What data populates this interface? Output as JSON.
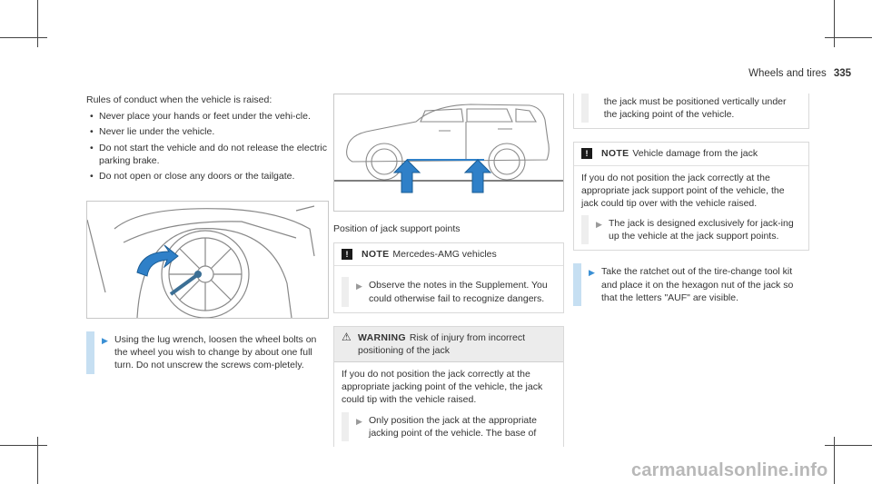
{
  "header": {
    "section": "Wheels and tires",
    "page": "335"
  },
  "col1": {
    "intro": "Rules of conduct when the vehicle is raised:",
    "bullets": [
      "Never place your hands or feet under the vehi-cle.",
      "Never lie under the vehicle.",
      "Do not start the vehicle and do not release the electric parking brake.",
      "Do not open or close any doors or the tailgate."
    ],
    "step": "Using the lug wrench, loosen the wheel bolts on the wheel you wish to change by about one full turn. Do not unscrew the screws com-pletely."
  },
  "col2": {
    "caption": "Position of jack support points",
    "note": {
      "keyword": "NOTE",
      "title": "Mercedes-AMG vehicles",
      "instruction": "Observe the notes in the Supplement. You could otherwise fail to recognize dangers."
    },
    "warning": {
      "keyword": "WARNING",
      "title": "Risk of injury from incorrect positioning of the jack",
      "body": "If you do not position the jack correctly at the appropriate jacking point of the vehicle, the jack could tip with the vehicle raised.",
      "instruction": "Only position the jack at the appropriate jacking point of the vehicle. The base of"
    }
  },
  "col3": {
    "warning_cont": "the jack must be positioned vertically under the jacking point of the vehicle.",
    "note": {
      "keyword": "NOTE",
      "title": "Vehicle damage from the jack",
      "body": "If you do not position the jack correctly at the appropriate jack support point of the vehicle, the jack could tip over with the vehicle raised.",
      "instruction": "The jack is designed exclusively for jack-ing up the vehicle at the jack support points."
    },
    "step": "Take the ratchet out of the tire-change tool kit and place it on the hexagon nut of the jack so that the letters \"AUF\" are visible."
  },
  "icons": {
    "step": "arrow-right-icon",
    "note": "exclamation-icon",
    "warning": "warning-triangle-icon"
  },
  "colors": {
    "accent": "#3a8fd4",
    "step_bar": "#c6dff2",
    "arrow_fill": "#2f80c8"
  },
  "watermark": "carmanualsonline.info"
}
